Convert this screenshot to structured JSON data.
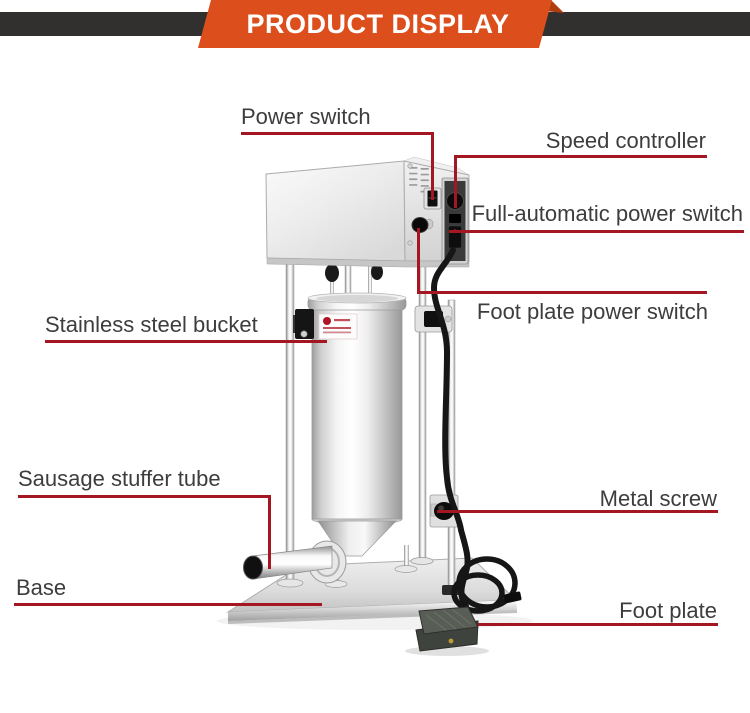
{
  "header": {
    "banner_text": "PRODUCT DISPLAY"
  },
  "callouts": {
    "power_switch": {
      "label": "Power switch"
    },
    "speed_controller": {
      "label": "Speed controller"
    },
    "full_automatic_power_switch": {
      "label": "Full-automatic power switch"
    },
    "foot_plate_power_switch": {
      "label": "Foot plate power switch"
    },
    "stainless_steel_bucket": {
      "label": "Stainless steel bucket"
    },
    "sausage_stuffer_tube": {
      "label": "Sausage stuffer tube"
    },
    "metal_screw": {
      "label": "Metal screw"
    },
    "base": {
      "label": "Base"
    },
    "foot_plate": {
      "label": "Foot plate"
    }
  },
  "colors": {
    "banner_orange": "#dd4e1d",
    "banner_fold": "#b13c10",
    "banner_strip": "#31302e",
    "callout_line": "#a41622",
    "label_text": "#3d3d3d"
  }
}
